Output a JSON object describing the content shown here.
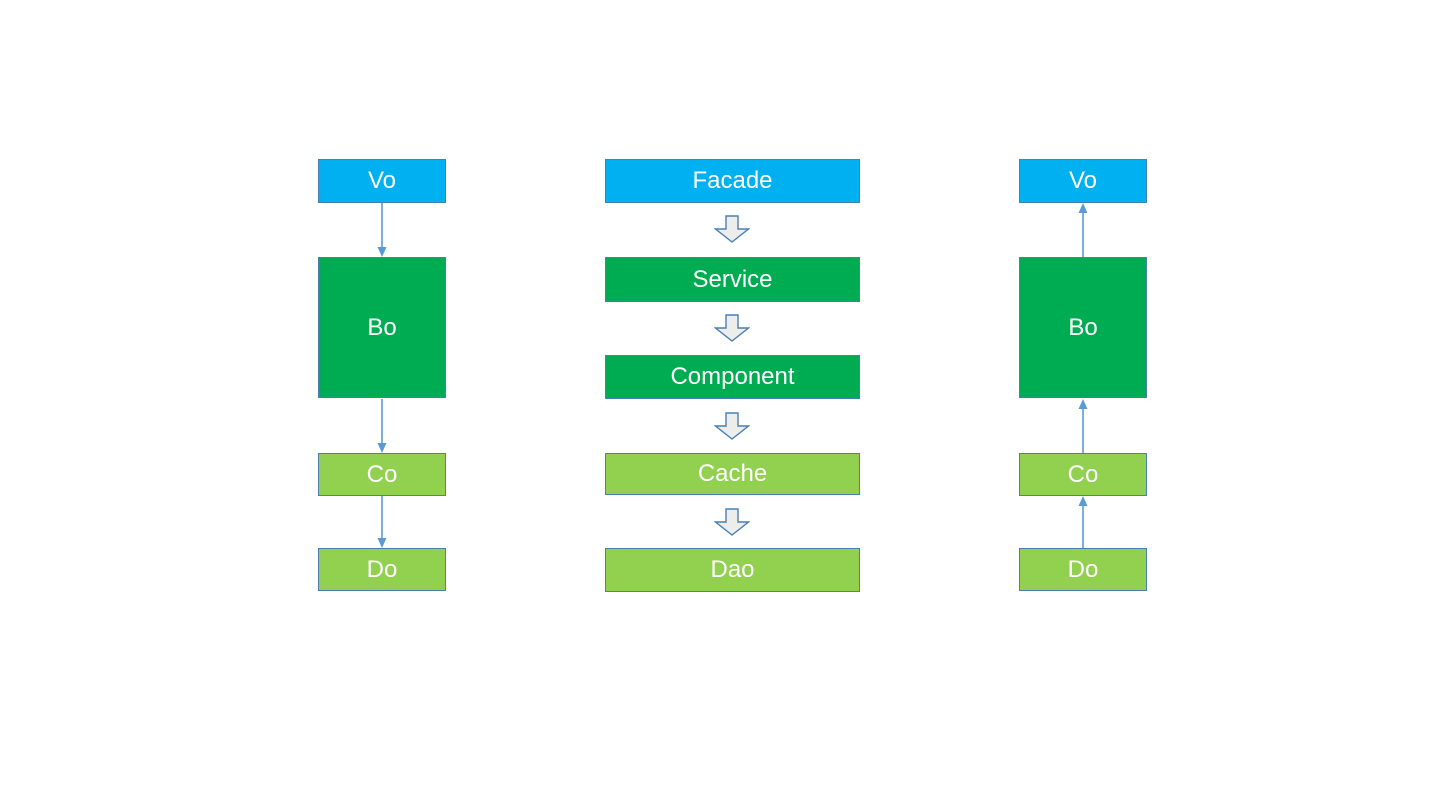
{
  "diagram": {
    "title": "layered-architecture-flow",
    "colors": {
      "blue_fill": "#00b0f0",
      "green_fill": "#00ac51",
      "light_green_fill": "#92d050",
      "box_border": "#4a7fb5",
      "connector_line": "#5b9bd5",
      "block_arrow_fill": "#ededec",
      "block_arrow_border": "#4a7fb5",
      "label_text": "#ffffff",
      "background": "#ffffff"
    },
    "columns": [
      {
        "id": "left",
        "flow_direction": "down",
        "nodes": [
          {
            "label": "Vo",
            "style": "blue"
          },
          {
            "label": "Bo",
            "style": "green"
          },
          {
            "label": "Co",
            "style": "light-green"
          },
          {
            "label": "Do",
            "style": "light-green"
          }
        ]
      },
      {
        "id": "middle",
        "flow_direction": "down",
        "nodes": [
          {
            "label": "Facade",
            "style": "blue"
          },
          {
            "label": "Service",
            "style": "green"
          },
          {
            "label": "Component",
            "style": "green"
          },
          {
            "label": "Cache",
            "style": "light-green"
          },
          {
            "label": "Dao",
            "style": "light-green"
          }
        ]
      },
      {
        "id": "right",
        "flow_direction": "up",
        "nodes": [
          {
            "label": "Vo",
            "style": "blue"
          },
          {
            "label": "Bo",
            "style": "green"
          },
          {
            "label": "Co",
            "style": "light-green"
          },
          {
            "label": "Do",
            "style": "light-green"
          }
        ]
      }
    ]
  }
}
